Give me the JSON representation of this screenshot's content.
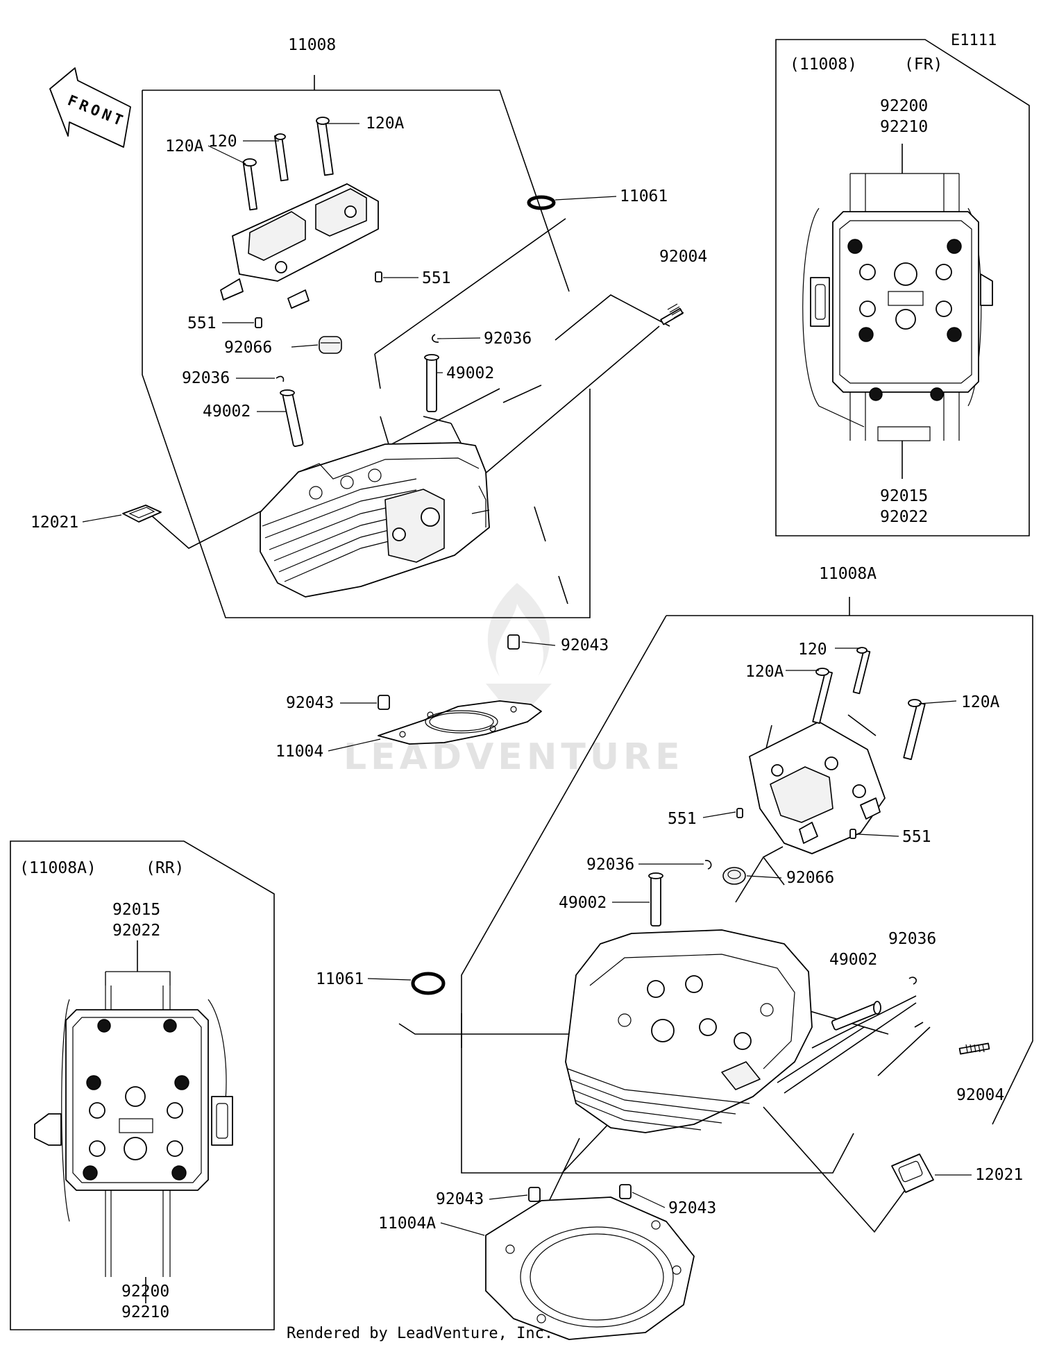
{
  "diagram": {
    "code": "E1111",
    "front_label": "FRONT",
    "watermark": "LEADVENTURE",
    "credit": "Rendered by LeadVenture, Inc.",
    "fr_inset": {
      "tag": "(11008)",
      "side": "(FR)"
    },
    "rr_inset": {
      "tag": "(11008A)",
      "side": "(RR)"
    },
    "labels": {
      "l11008": "11008",
      "l120A_a": "120A",
      "l120_a": "120",
      "l120A_b": "120A",
      "l11061_a": "11061",
      "l551_a": "551",
      "l551_b": "551",
      "l92004_a": "92004",
      "l92036_a": "92036",
      "l92066_a": "92066",
      "l49002_a": "49002",
      "l92036_b": "92036",
      "l49002_b": "49002",
      "l12021_a": "12021",
      "l92043_a": "92043",
      "l92043_b": "92043",
      "l11004": "11004",
      "fr_92200": "92200",
      "fr_92210": "92210",
      "fr_92015": "92015",
      "fr_92022": "92022",
      "l11008A": "11008A",
      "l120_b": "120",
      "l120A_c": "120A",
      "l120A_d": "120A",
      "l551_c": "551",
      "l551_d": "551",
      "l92036_c": "92036",
      "l92066_b": "92066",
      "l49002_c": "49002",
      "l92036_d": "92036",
      "l49002_d": "49002",
      "l11061_b": "11061",
      "l92004_b": "92004",
      "l12021_b": "12021",
      "l92043_c": "92043",
      "l92043_d": "92043",
      "l11004A": "11004A",
      "rr_92015": "92015",
      "rr_92022": "92022",
      "rr_92200": "92200",
      "rr_92210": "92210"
    }
  }
}
